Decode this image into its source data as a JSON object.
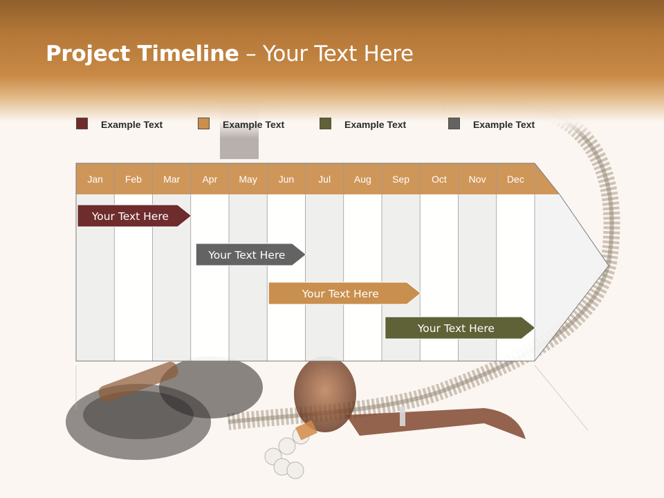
{
  "title": {
    "bold": "Project Timeline",
    "rest": " – Your Text Here"
  },
  "colors": {
    "header": "#c78944",
    "series1": "#6e2c2c",
    "series2": "#c98f4e",
    "series3": "#5f6137",
    "series4": "#636363",
    "month_header": "#cf9659"
  },
  "legend": [
    {
      "label": "Example Text",
      "color": "#6e2c2c"
    },
    {
      "label": "Example Text",
      "color": "#c98f4e"
    },
    {
      "label": "Example Text",
      "color": "#5f6137"
    },
    {
      "label": "Example Text",
      "color": "#636363"
    }
  ],
  "months": [
    "Jan",
    "Feb",
    "Mar",
    "Apr",
    "May",
    "Jun",
    "Jul",
    "Aug",
    "Sep",
    "Oct",
    "Nov",
    "Dec"
  ],
  "tasks": [
    {
      "label": "Your  Text Here",
      "start_month": 1.0,
      "end_month": 4.0,
      "color": "#6e2c2c"
    },
    {
      "label": "Your  Text Here",
      "start_month": 4.1,
      "end_month": 7.0,
      "color": "#636363"
    },
    {
      "label": "Your  Text Here",
      "start_month": 6.0,
      "end_month": 10.0,
      "color": "#c98f4e"
    },
    {
      "label": "Your  Text Here",
      "start_month": 9.05,
      "end_month": 13.0,
      "color": "#5f6137"
    }
  ]
}
